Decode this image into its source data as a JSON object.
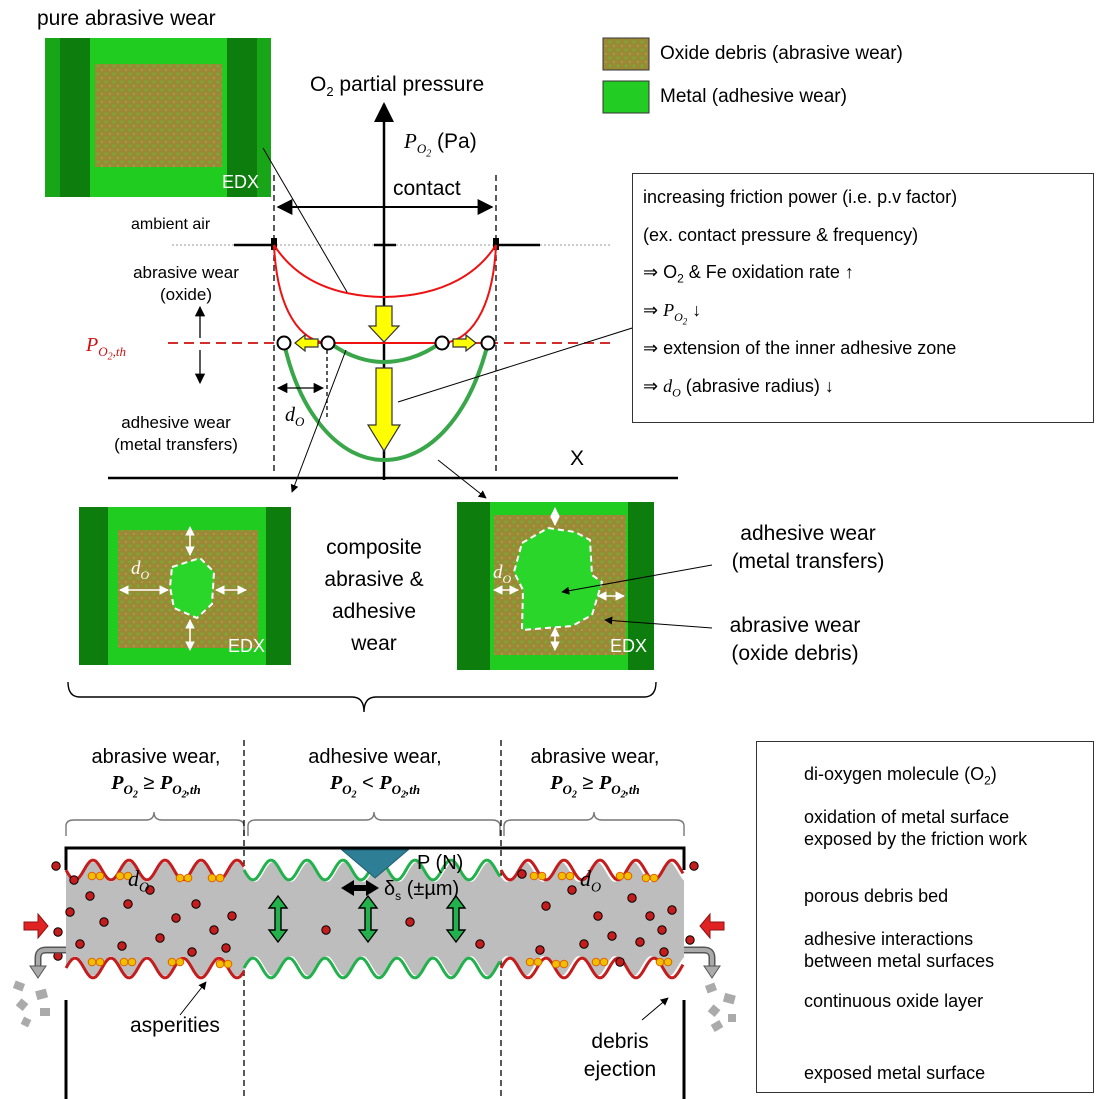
{
  "top": {
    "pure_abrasive_title": "pure abrasive wear",
    "edx": "EDX",
    "o2_axis_title": "O",
    "o2_axis_sub": "2",
    "o2_axis_rest": " partial pressure",
    "po2_symbol": "P",
    "po2_sub": "O",
    "po2_subsub": "2",
    "po2_unit": " (Pa)",
    "contact": "contact",
    "ambient_air": "ambient air",
    "abrasive_oxide": [
      "abrasive wear",
      "(oxide)"
    ],
    "threshold_symbol": "P",
    "threshold_sub": "O",
    "threshold_subsub": "2",
    "threshold_th": ",th",
    "adhesive_metal": [
      "adhesive wear",
      "(metal transfers)"
    ],
    "do_symbol": "d",
    "do_sub": "O",
    "x_axis": "X"
  },
  "legend_top": {
    "oxide": "Oxide debris (abrasive wear)",
    "metal": "Metal (adhesive wear)",
    "oxide_color": "#8a7a2a",
    "metal_color": "#22cc22"
  },
  "info_box": {
    "line1": "increasing friction power (i.e. p.v factor)",
    "line2": "(ex. contact pressure & frequency)",
    "line3a": "⇒ O",
    "line3sub": "2",
    "line3b": " & Fe  oxidation rate ↑",
    "line4a": "⇒ ",
    "line4p": "P",
    "line4sub": "O",
    "line4subsub": "2",
    "line4b": " ↓",
    "line5": "⇒ extension of the inner adhesive zone",
    "line6a": "⇒ ",
    "line6d": "d",
    "line6sub": "O",
    "line6b": " (abrasive radius) ↓"
  },
  "middle": {
    "composite": [
      "composite",
      "abrasive &",
      "adhesive",
      "wear"
    ],
    "adhesive_metal": [
      "adhesive wear",
      "(metal transfers)"
    ],
    "abrasive_oxide": [
      "abrasive wear",
      "(oxide debris)"
    ]
  },
  "bottom": {
    "zone_left_title": "abrasive wear,",
    "zone_mid_title": "adhesive wear,",
    "zone_right_title": "abrasive wear,",
    "geq": " ≥ ",
    "lt": " < ",
    "load": "P (N)",
    "delta": "δ",
    "delta_sub": "s",
    "delta_rest": " (±µm)",
    "asperities": "asperities",
    "debris_ejection": [
      "debris",
      "ejection"
    ]
  },
  "legend_bottom": {
    "o2": "di-oxygen molecule (O",
    "o2_sub": "2",
    "o2_end": ")",
    "oxidation": [
      "oxidation of metal surface",
      "exposed by the friction work"
    ],
    "debris_bed": "porous debris bed",
    "adhesive": [
      "adhesive interactions",
      "between metal surfaces"
    ],
    "oxide_layer": "continuous oxide layer",
    "metal_surface": "exposed metal surface"
  }
}
